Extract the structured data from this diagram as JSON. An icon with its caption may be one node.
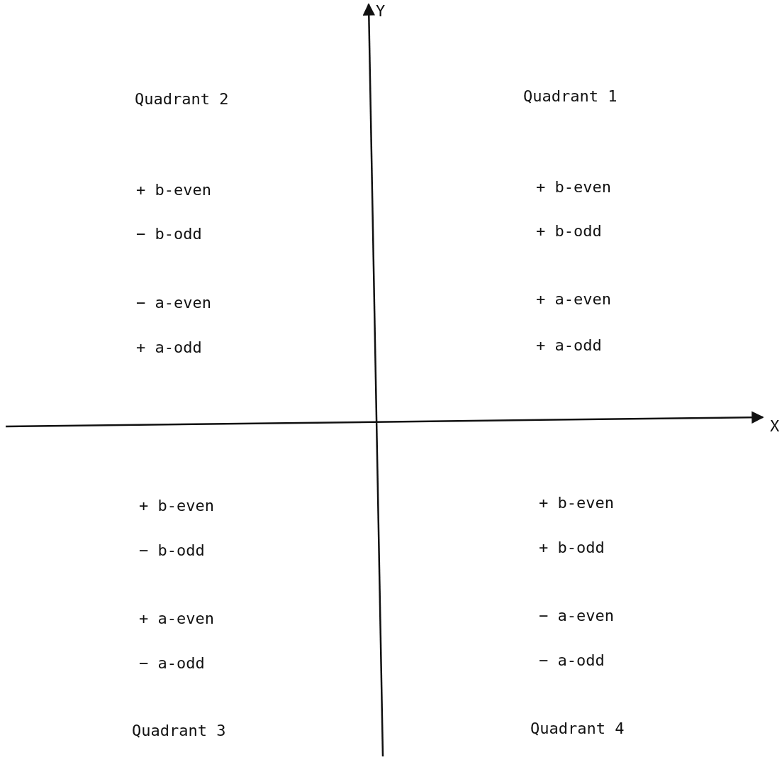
{
  "diagram": {
    "labels": [
      "Y",
      "Quadrant 2",
      "Quadrant 1",
      "+ b-even",
      "+ b-even",
      "− b-odd",
      "+ b-odd",
      "− a-even",
      "+ a-even",
      "+ a-odd",
      "+ a-odd",
      "X",
      "+ b-even",
      "+ b-even",
      "− b-odd",
      "+ b-odd",
      "+ a-even",
      "− a-even",
      "− a-odd",
      "− a-odd",
      "Quadrant 3",
      "Quadrant 4"
    ]
  }
}
